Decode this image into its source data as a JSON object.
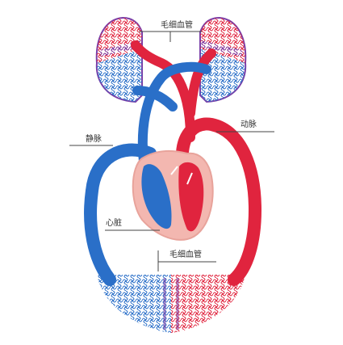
{
  "labels": {
    "top_capillaries": "毛细血管",
    "artery": "动脉",
    "vein": "静脉",
    "heart": "心脏",
    "bottom_capillaries": "毛细血管"
  },
  "colors": {
    "artery_red": "#e0243e",
    "vein_blue": "#2a6fc8",
    "heart_pink": "#f3b7b0",
    "capillary_purple": "#7a3fa8",
    "background": "#ffffff"
  }
}
